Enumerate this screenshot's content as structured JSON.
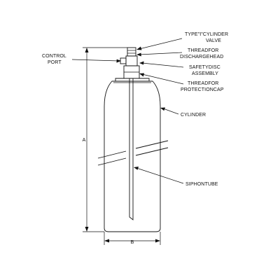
{
  "labels": {
    "valve_1": "TYPE\"I\"CYLINDER",
    "valve_2": "VALVE",
    "discharge_1": "THREADFOR",
    "discharge_2": "DISCHARGEHEAD",
    "disc_1": "SAFETYDISC",
    "disc_2": "ASSEMBLY",
    "protect_1": "THREADFOR",
    "protect_2": "PROTECTIONCAP",
    "control_1": "CONTROL",
    "control_2": "PORT",
    "cylinder": "CYLINDER",
    "siphon": "SIPHONTUBE",
    "dim_a": "A",
    "dim_b": "B"
  }
}
